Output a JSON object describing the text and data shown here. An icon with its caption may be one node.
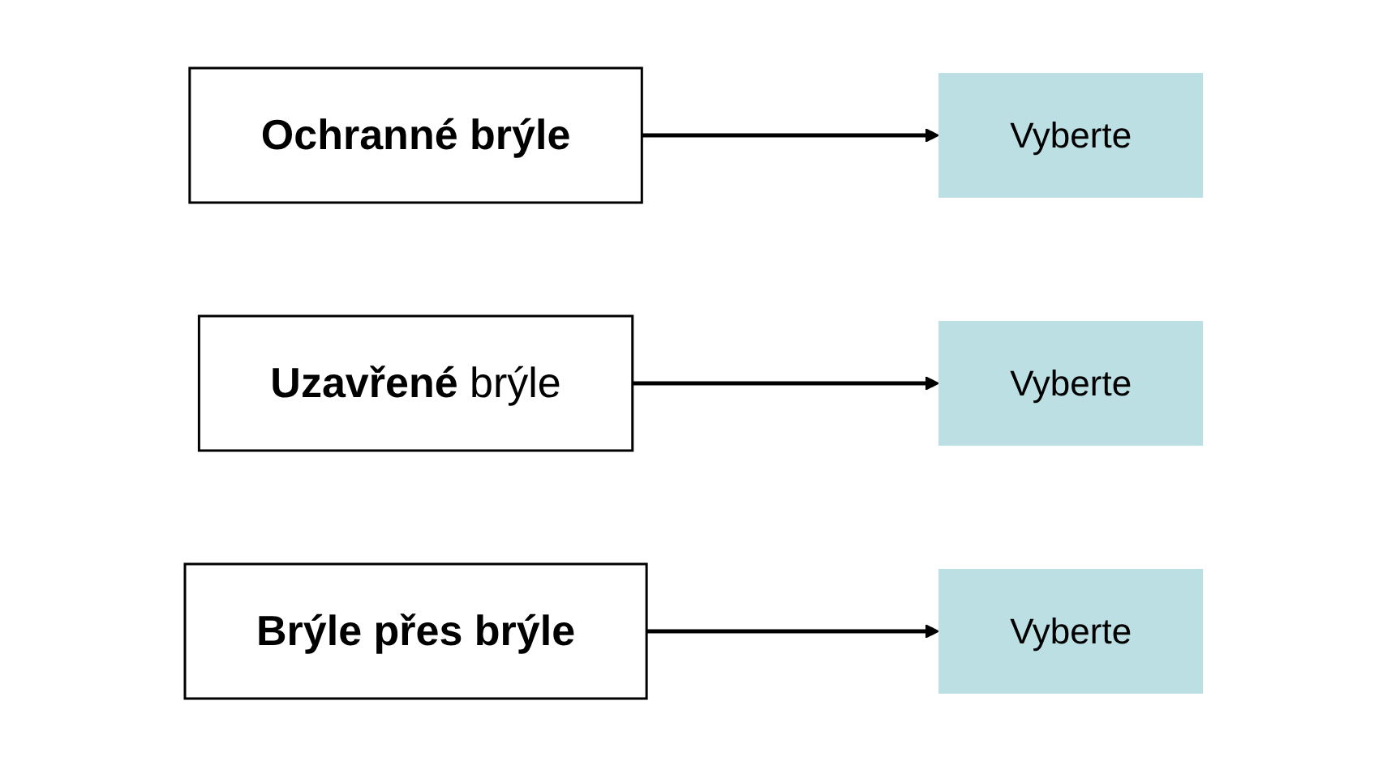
{
  "diagram": {
    "nodes": [
      {
        "text": [
          "Ochranné brýle"
        ]
      },
      {
        "text": [
          "Vyberte"
        ]
      },
      {
        "text": [
          "**Uzavřené** brýle"
        ]
      },
      {
        "text": [
          "Vyberte"
        ]
      },
      {
        "text": [
          "Brýle přes brýle"
        ]
      },
      {
        "text": [
          "Vyberte"
        ]
      }
    ],
    "edges": [
      {
        "from": 0,
        "to": 1,
        "arrow": "to"
      },
      {
        "from": 2,
        "to": 3,
        "arrow": "to"
      },
      {
        "from": 4,
        "to": 5,
        "arrow": "to"
      }
    ]
  }
}
